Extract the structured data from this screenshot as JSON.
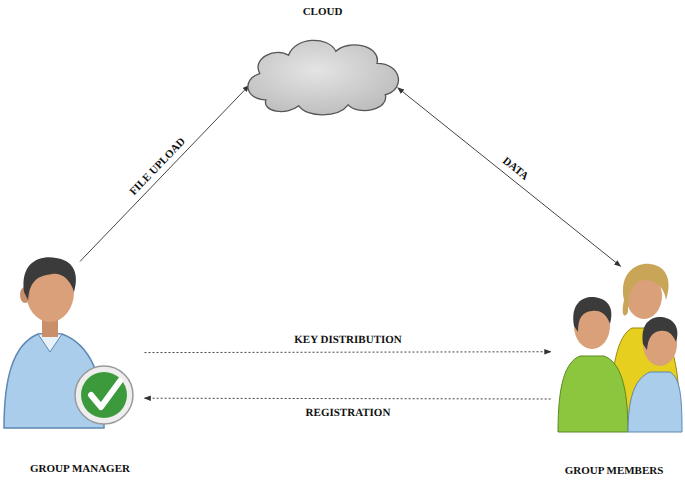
{
  "diagram": {
    "nodes": [
      {
        "text": [
          "CLOUD"
        ]
      },
      {
        "text": [
          "GROUP MANAGER"
        ]
      },
      {
        "text": [
          "GROUP MEMBERS"
        ]
      }
    ],
    "edges": [
      {
        "from": 1,
        "to": 0,
        "arrow": "to",
        "label": "FILE UPLOAD"
      },
      {
        "from": 0,
        "to": 2,
        "arrow": "both",
        "label": "DATA"
      },
      {
        "from": 1,
        "to": 2,
        "arrow": "to",
        "label": "KEY DISTRIBUTION"
      },
      {
        "from": 2,
        "to": 1,
        "arrow": "to",
        "label": "REGISTRATION"
      }
    ]
  }
}
